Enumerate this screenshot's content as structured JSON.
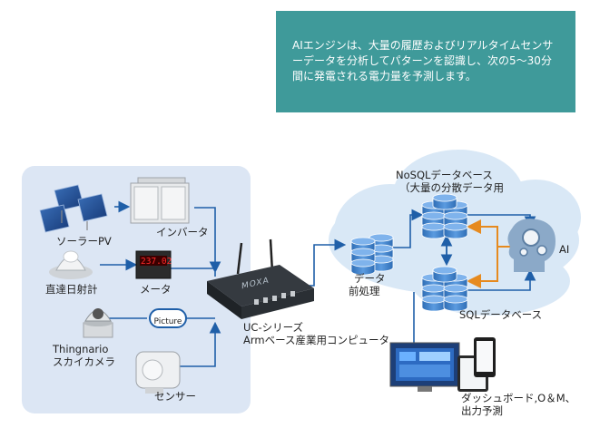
{
  "callout": {
    "text": "AIエンジンは、大量の履歴およびリアルタイムセンサーデータを分析してパターンを認識し、次の5～30分間に発電される電力量を予測します。"
  },
  "labels": {
    "solar_pv": "ソーラーPV",
    "inverter": "インバータ",
    "pyranometer": "直達日射計",
    "meter": "メータ",
    "sky_camera_line1": "Thingnario",
    "sky_camera_line2": "スカイカメラ",
    "picture": "Picture",
    "sensor": "センサー",
    "uc_line1": "UC-シリーズ",
    "uc_line2": "Armベース産業用コンピュータ",
    "nosql_line1": "NoSQLデータベース",
    "nosql_line2": "（大量の分散データ用",
    "preprocess_line1": "データ",
    "preprocess_line2": "前処理",
    "sql_db": "SQLデータベース",
    "ai": "AI",
    "dashboard_line1": "ダッシュボード,O＆M、",
    "dashboard_line2": "出力予測"
  },
  "device": {
    "brand": "MOXA",
    "meter_reading": "237.02"
  },
  "colors": {
    "callout": "#3f9a9a",
    "field_box": "#dce6f4",
    "cloud": "#d9e8f6",
    "arrow_blue": "#1f5fa8",
    "arrow_orange": "#e68a1f",
    "db_blue": "#3d7fc9"
  }
}
